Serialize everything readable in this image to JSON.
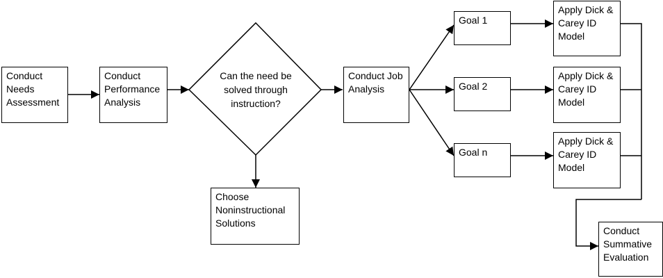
{
  "diagram": {
    "nodes": {
      "needs": "Conduct\nNeeds\nAssessment",
      "performance": "Conduct\nPerformance\nAnalysis",
      "decision": "Can the need be\nsolved through\ninstruction?",
      "noninstructional": "Choose\nNoninstructional\nSolutions",
      "job": "Conduct Job\nAnalysis",
      "goal1": "Goal 1",
      "goal2": "Goal 2",
      "goaln": "Goal n",
      "apply1": "Apply Dick &\nCarey ID\nModel",
      "apply2": "Apply Dick &\nCarey ID\nModel",
      "apply3": "Apply Dick &\nCarey ID\nModel",
      "summative": "Conduct\nSummative\nEvaluation"
    }
  }
}
